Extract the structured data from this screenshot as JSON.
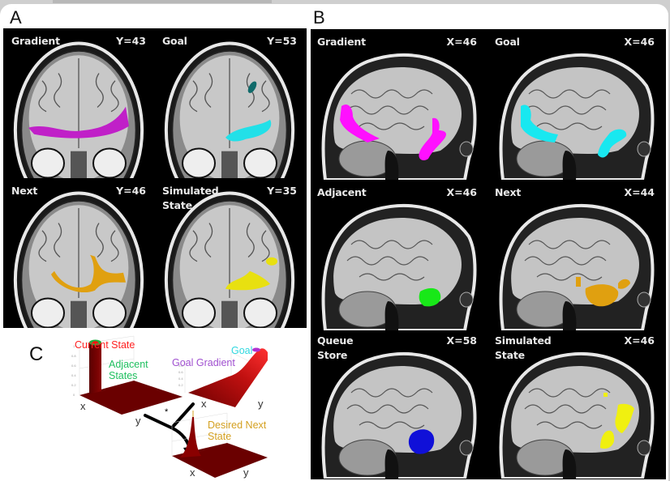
{
  "figure": {
    "panels": {
      "A": {
        "letter": "A",
        "view": "coronal",
        "slices": [
          {
            "label": "Gradient",
            "coord": "Y=43",
            "overlay_color": "#c020c8"
          },
          {
            "label": "Goal",
            "coord": "Y=53",
            "overlay_color": "#22e0e8"
          },
          {
            "label": "Next",
            "coord": "Y=46",
            "overlay_color": "#e0a010"
          },
          {
            "label": "Simulated State",
            "label_line1": "Simulated",
            "label_line2": "State",
            "coord": "Y=35",
            "overlay_color": "#e8e010"
          }
        ]
      },
      "B": {
        "letter": "B",
        "view": "sagittal",
        "slices": [
          {
            "label": "Gradient",
            "coord": "X=46",
            "overlay_color": "#ff10ff"
          },
          {
            "label": "Goal",
            "coord": "X=46",
            "overlay_color": "#18e8f0"
          },
          {
            "label": "Adjacent",
            "coord": "X=46",
            "overlay_color": "#18e818"
          },
          {
            "label": "Next",
            "coord": "X=44",
            "overlay_color": "#e0a010"
          },
          {
            "label": "Queue Store",
            "label_line1": "Queue",
            "label_line2": "Store",
            "coord": "X=58",
            "overlay_color": "#1010d8"
          },
          {
            "label": "Simulated State",
            "label_line1": "Simulated",
            "label_line2": "State",
            "coord": "X=46",
            "overlay_color": "#f0f010"
          }
        ]
      },
      "C": {
        "letter": "C",
        "plots": [
          {
            "name": "current-adjacent",
            "labels": [
              {
                "text": "Current State",
                "color": "#ff2020"
              },
              {
                "text": "Adjacent States",
                "line1": "Adjacent",
                "line2": "States",
                "color": "#20c060"
              }
            ],
            "axes": {
              "x": "x",
              "y": "y"
            }
          },
          {
            "name": "goal-gradient",
            "labels": [
              {
                "text": "Goal",
                "color": "#30d8e0"
              },
              {
                "text": "Goal Gradient",
                "color": "#a050d0"
              }
            ],
            "axes": {
              "x": "x",
              "y": "y"
            }
          },
          {
            "name": "desired-next",
            "labels": [
              {
                "text": "Desired Next State",
                "line1": "Desired Next",
                "line2": "State",
                "color": "#d4a020"
              }
            ],
            "axes": {
              "x": "x",
              "y": "y"
            }
          }
        ],
        "operator": "*",
        "surface_color": "#7a0000"
      }
    }
  }
}
